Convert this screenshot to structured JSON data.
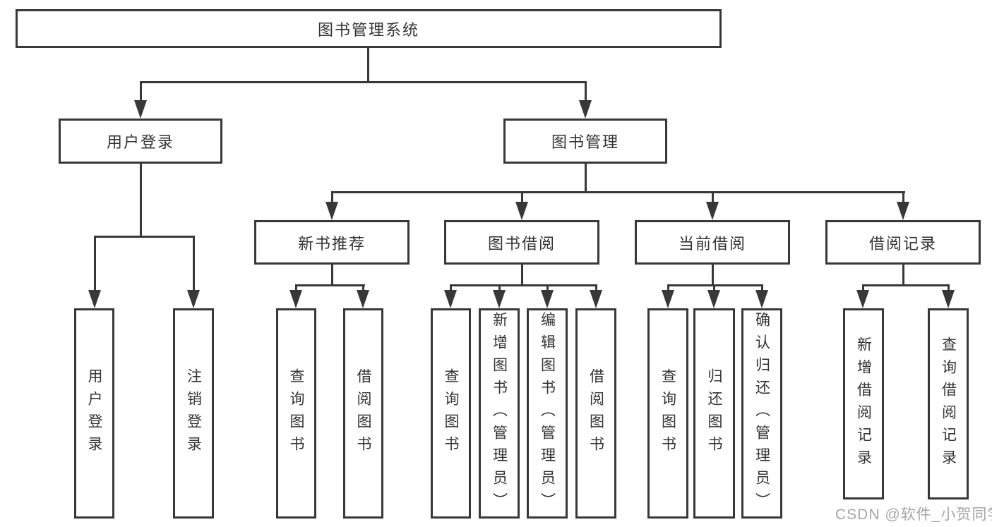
{
  "root_label": "图书管理系统",
  "user_login": {
    "label": "用户登录",
    "children": [
      "用户登录",
      "注销登录"
    ]
  },
  "book_mgmt": {
    "label": "图书管理",
    "sections": [
      {
        "label": "新书推荐",
        "children": [
          "查询图书",
          "借阅图书"
        ]
      },
      {
        "label": "图书借阅",
        "children": [
          "查询图书",
          "新增图书（管理员）",
          "编辑图书（管理员）",
          "借阅图书"
        ]
      },
      {
        "label": "当前借阅",
        "children": [
          "查询图书",
          "归还图书",
          "确认归还（管理员）"
        ]
      },
      {
        "label": "借阅记录",
        "children": [
          "新增借阅记录",
          "查询借阅记录"
        ]
      }
    ]
  },
  "watermark": "CSDN @软件_小贺同学",
  "colors": {
    "line": "#383838",
    "text": "#333333",
    "watermark": "#9b9b9b",
    "background": "#ffffff"
  }
}
